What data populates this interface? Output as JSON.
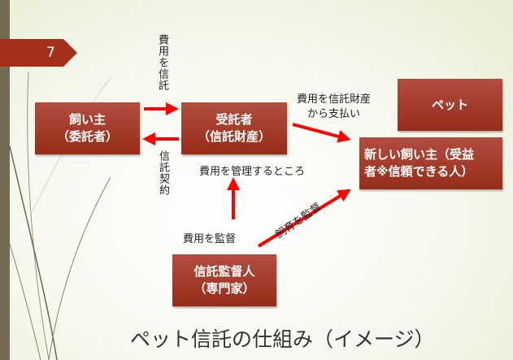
{
  "slide": {
    "page_number": "7",
    "title": "ペット信託の仕組み（イメージ）"
  },
  "boxes": {
    "owner": {
      "line1": "飼い主",
      "line2": "（委託者）"
    },
    "trustee": {
      "line1": "受託者",
      "line2": "（信託財産）"
    },
    "pet": {
      "line1": "ペット"
    },
    "new_owner": {
      "line1": "新しい飼い主（受益",
      "line2": "者※信頼できる人）"
    },
    "supervisor": {
      "line1": "信託監督人",
      "line2": "（専門家）"
    }
  },
  "labels": {
    "entrust_funds": "費用を信託",
    "trust_contract": "信託契約",
    "manage_funds": "費用を管理するところ",
    "pay_line1": "費用を信託財産",
    "pay_line2": "から支払い",
    "supervise_funds": "費用を監督",
    "supervise_care": "飼育を監督"
  },
  "colors": {
    "box": "#a2301a",
    "arrow": "#ff0000",
    "sidebar": "#736b52"
  }
}
